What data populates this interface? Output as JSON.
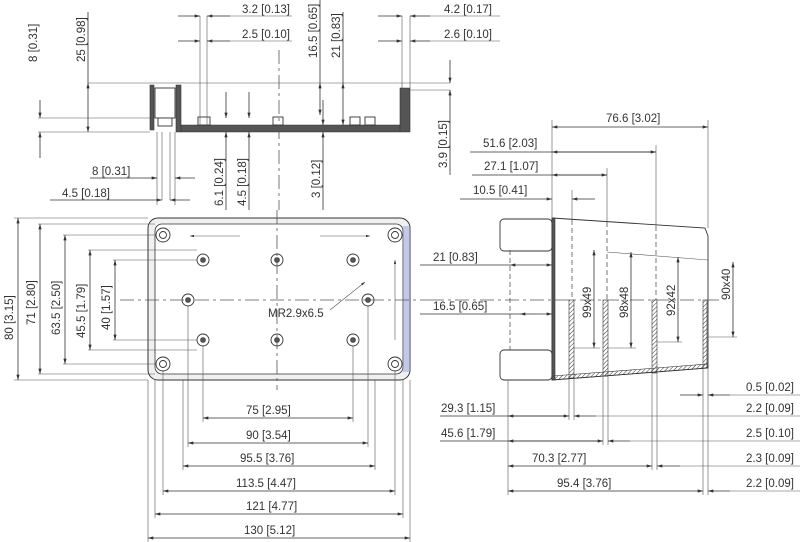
{
  "title": "Enclosure dimension drawing",
  "section_view": {
    "labels": [
      "3.2 [0.13]",
      "2.5 [0.10]",
      "16.5 [0.65]",
      "21 [0.83]",
      "4.2 [0.17]",
      "2.6 [0.10]",
      "8 [0.31]",
      "25 [0.98]",
      "3.9 [0.15]",
      "8 [0.31]",
      "4.5 [0.18]",
      "6.1 [0.24]",
      "4.5 [0.18]",
      "3 [0.12]"
    ]
  },
  "top_view": {
    "vertical_labels": [
      "80 [3.15]",
      "71 [2.80]",
      "63.5 [2.50]",
      "45.5 [1.79]",
      "40 [1.57]"
    ],
    "horizontal_labels": [
      "75 [2.95]",
      "90 [3.54]",
      "95.5 [3.76]",
      "113.5 [4.47]",
      "121 [4.77]",
      "130 [5.12]"
    ],
    "screw_note": "MR2.9x6.5"
  },
  "side_view": {
    "top_labels": [
      "76.6 [3.02]",
      "51.6 [2.03]",
      "27.1 [1.07]",
      "10.5 [0.41]"
    ],
    "left_labels": [
      "21 [0.83]",
      "16.5 [0.65]"
    ],
    "pcb_sizes": [
      "99x49",
      "98x48",
      "92x42",
      "90x40"
    ],
    "bottom_left_labels": [
      "29.3 [1.15]",
      "45.6 [1.79]",
      "70.3 [2.77]",
      "95.4 [3.76]"
    ],
    "bottom_right_labels": [
      "0.5 [0.02]",
      "2.2 [0.09]",
      "2.5 [0.10]",
      "2.3 [0.09]",
      "2.2 [0.09]"
    ]
  }
}
